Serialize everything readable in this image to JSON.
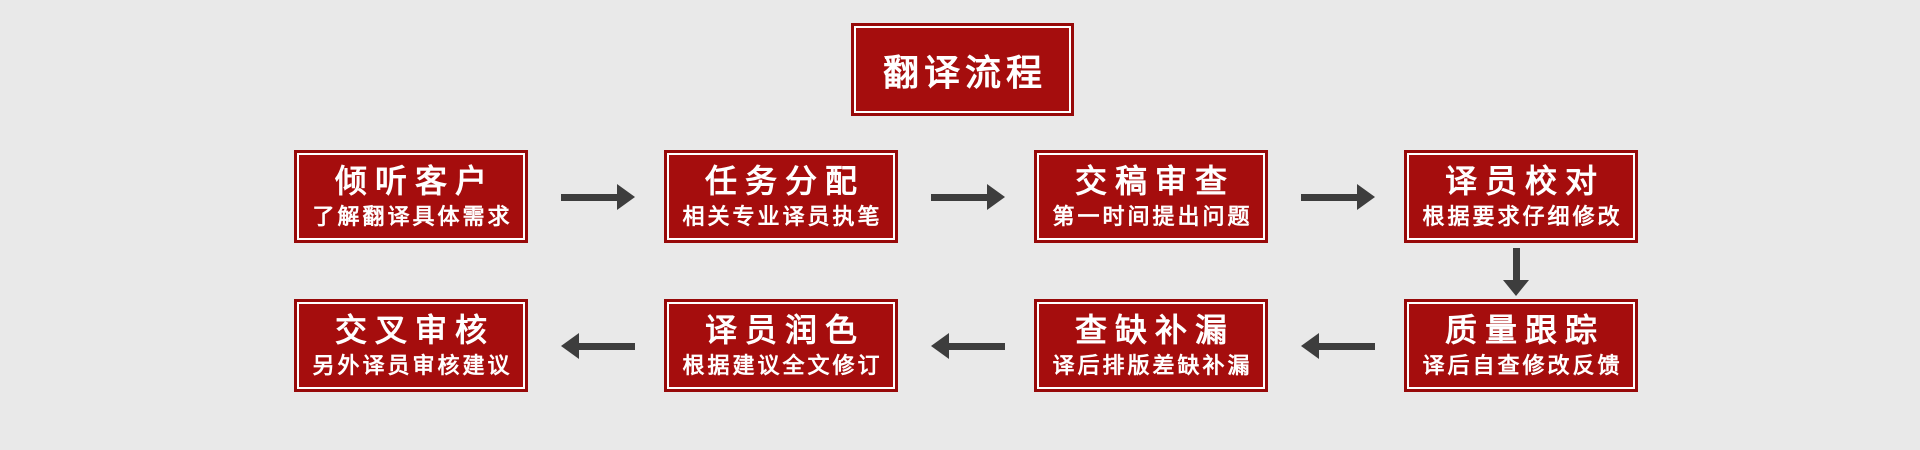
{
  "page": {
    "background_color": "#e9e9e9"
  },
  "colors": {
    "box_fill": "#a50d0d",
    "box_outer_border": "#970909",
    "box_inner_border": "#ffffff",
    "text": "#ffffff",
    "arrow": "#3d3d3d"
  },
  "header": {
    "title": "翻译流程"
  },
  "steps": [
    {
      "title": "倾听客户",
      "subtitle": "了解翻译具体需求"
    },
    {
      "title": "任务分配",
      "subtitle": "相关专业译员执笔"
    },
    {
      "title": "交稿审查",
      "subtitle": "第一时间提出问题"
    },
    {
      "title": "译员校对",
      "subtitle": "根据要求仔细修改"
    },
    {
      "title": "质量跟踪",
      "subtitle": "译后自查修改反馈"
    },
    {
      "title": "查缺补漏",
      "subtitle": "译后排版差缺补漏"
    },
    {
      "title": "译员润色",
      "subtitle": "根据建议全文修订"
    },
    {
      "title": "交叉审核",
      "subtitle": "另外译员审核建议"
    }
  ]
}
